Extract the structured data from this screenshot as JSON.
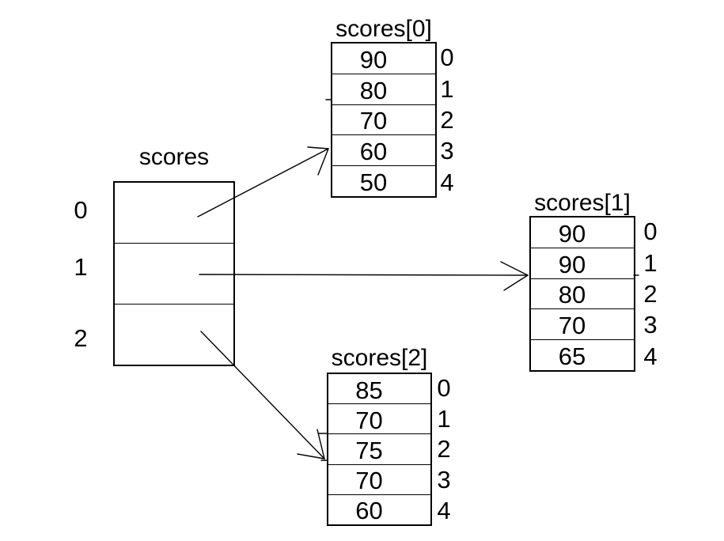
{
  "diagram": {
    "background_color": "#ffffff",
    "line_color": "#000000",
    "main_array": {
      "title": "scores",
      "indices": [
        "0",
        "1",
        "2"
      ]
    },
    "subarrays": [
      {
        "title": "scores[0]",
        "values": [
          "90",
          "80",
          "70",
          "60",
          "50"
        ],
        "indices": [
          "0",
          "1",
          "2",
          "3",
          "4"
        ]
      },
      {
        "title": "scores[1]",
        "values": [
          "90",
          "90",
          "80",
          "70",
          "65"
        ],
        "indices": [
          "0",
          "1",
          "2",
          "3",
          "4"
        ]
      },
      {
        "title": "scores[2]",
        "values": [
          "85",
          "70",
          "75",
          "70",
          "60"
        ],
        "indices": [
          "0",
          "1",
          "2",
          "3",
          "4"
        ]
      }
    ]
  }
}
